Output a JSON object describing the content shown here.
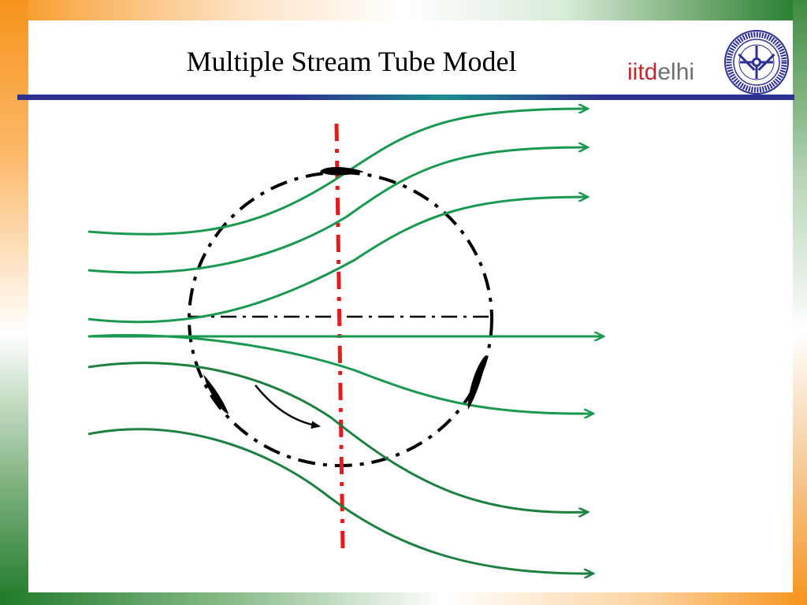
{
  "slide": {
    "title": "Multiple Stream Tube Model"
  },
  "logo": {
    "brand_prefix": "iitd",
    "brand_suffix": "elhi",
    "seal_icon": "institute-seal-icon"
  },
  "colors": {
    "streamline": "#1a9850",
    "streamline_dark": "#1e8040",
    "rotor_path": "#000000",
    "center_line": "#e41a1c",
    "title_rule": "#2e3192"
  },
  "diagram": {
    "type": "vertical-axis turbine stream tube schematic",
    "streamline_count": 7,
    "blade_count": 3,
    "rotation_arrow_icon": "rotation-direction-arrow"
  }
}
